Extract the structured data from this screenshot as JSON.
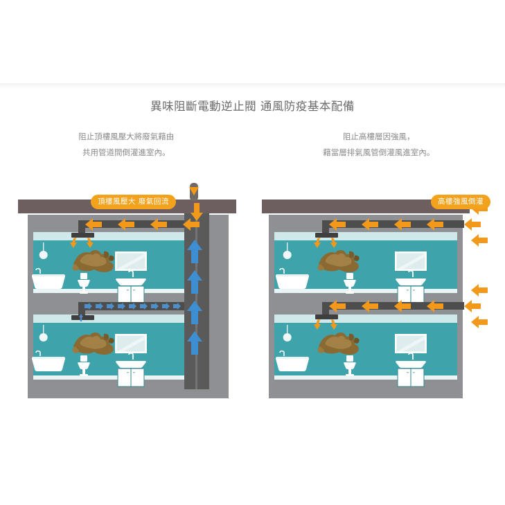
{
  "page": {
    "title": "異味阻斷電動逆止閥 通風防疫基本配備",
    "background_color": "#ffffff",
    "divider_color": "#f2f2f2"
  },
  "columns": [
    {
      "id": "left",
      "subtitle_line1": "阻止頂樓風壓大將廢氣藉由",
      "subtitle_line2": "共用管道間倒灌進室內。",
      "badge_label": "頂樓風壓大 廢氣回流",
      "badge_color": "#f2a21c",
      "floors": 2,
      "roof_stack": "共用管道間立管",
      "arrows": {
        "roof_down_orange": 2,
        "shaft_down_orange": 1,
        "duct_left_orange_upper": 4,
        "ceiling_vent_down_orange": 2,
        "shaft_up_blue": 4,
        "duct_right_small_blue": 10
      }
    },
    {
      "id": "right",
      "subtitle_line1": "阻止高樓層因強風，",
      "subtitle_line2": "藉當層排氣風管倒灌風進室內。",
      "badge_label": "高樓強風倒灌",
      "badge_color": "#f2a21c",
      "floors": 2,
      "arrows": {
        "wind_in_upper": 3,
        "wind_in_lower": 3,
        "duct_left_orange_upper": 4,
        "duct_left_orange_lower": 4,
        "ceiling_vent_down_orange_upper": 2,
        "ceiling_vent_down_orange_lower": 2
      }
    }
  ],
  "palette": {
    "roof_slab": "#6d5f5f",
    "wall_gray": "#8f9093",
    "ceiling_gray": "#87888b",
    "room_teal": "#3fa3ab",
    "floor_band": "#cfe8ea",
    "duct_dark": "#4d4d4d",
    "shaft_dark": "#5a5a5a",
    "arrow_orange": "#f2991c",
    "arrow_blue": "#3d8fd1",
    "fixture_white": "#ffffff",
    "smoke_brown": "#8a6a32",
    "title_gray": "#6b6b6b",
    "subtitle_gray": "#8a8a8a"
  },
  "room_items": {
    "lamp": "pendant-lamp",
    "bathtub": "bathtub",
    "toilet": "toilet",
    "sink": "sink-vanity",
    "mirror": "mirror",
    "odor": "odor-cloud"
  }
}
